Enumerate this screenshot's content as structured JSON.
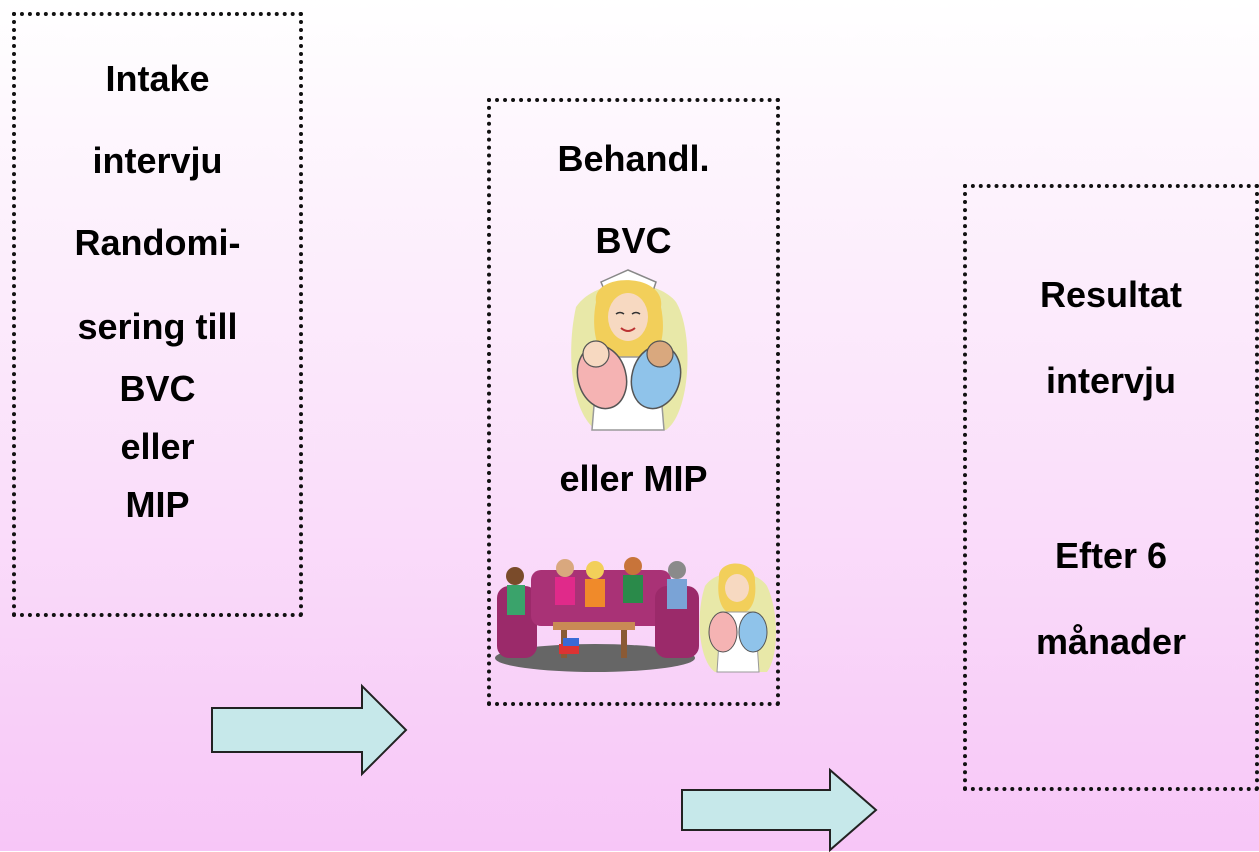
{
  "boxes": {
    "intake": {
      "lines": [
        "Intake",
        "intervju",
        "Randomi-",
        "sering till",
        "BVC",
        "eller",
        "MIP"
      ]
    },
    "behandl": {
      "lines": [
        "Behandl.",
        "BVC",
        "eller MIP"
      ],
      "icons": [
        "nurse-with-babies-icon",
        "parent-group-icon"
      ]
    },
    "resultat": {
      "lines": [
        "Resultat",
        "intervju",
        "Efter 6",
        "månader"
      ]
    }
  },
  "colors": {
    "arrow_fill": "#c6e8ea",
    "background_bottom": "#f7c6f7",
    "border": "#111111"
  }
}
